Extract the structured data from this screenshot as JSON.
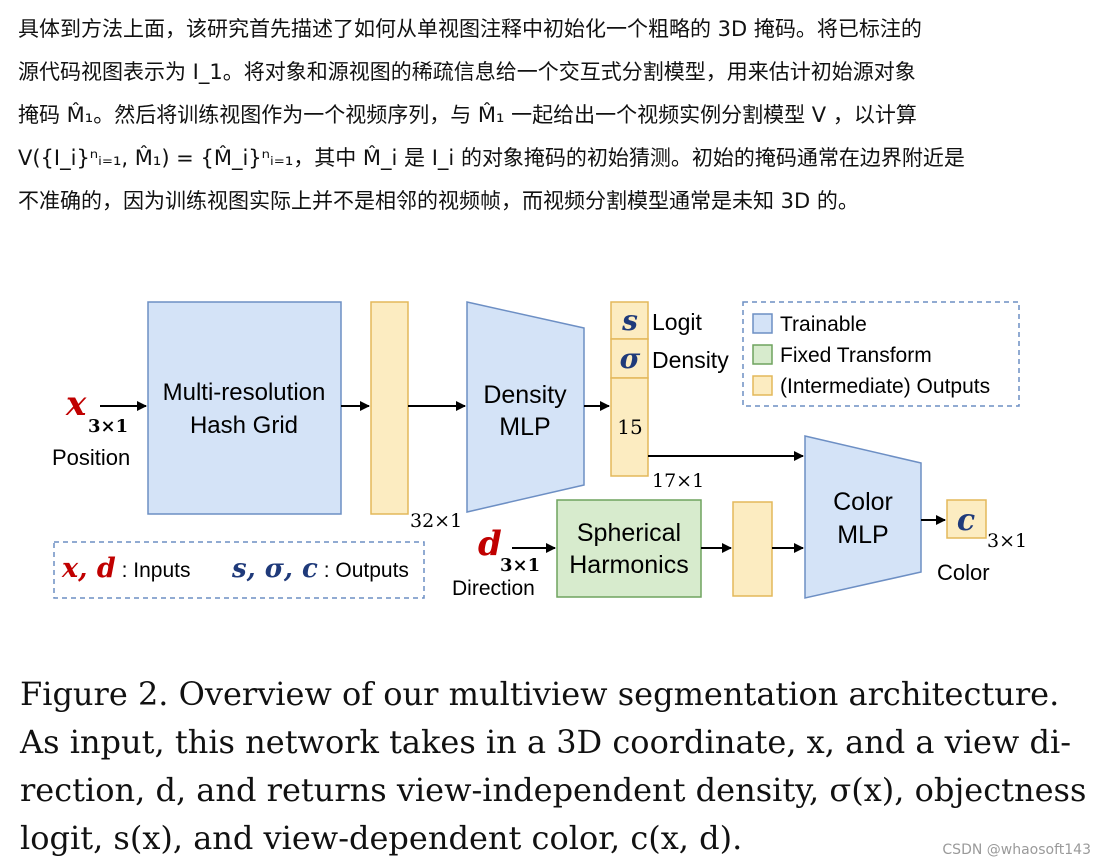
{
  "intro": {
    "lines": [
      "具体到方法上面，该研究首先描述了如何从单视图注释中初始化一个粗略的 3D 掩码。将已标注的",
      "源代码视图表示为 I_1。将对象和源视图的稀疏信息给一个交互式分割模型，用来估计初始源对象",
      "掩码 M̂₁。然后将训练视图作为一个视频序列，与 M̂₁ 一起给出一个视频实例分割模型 V ，以计算",
      "V({I_i}ⁿᵢ₌₁, M̂₁) = {M̂_i}ⁿᵢ₌₁，其中 M̂_i 是 I_i 的对象掩码的初始猜测。初始的掩码通常在边界附近是",
      "不准确的，因为训练视图实际上并不是相邻的视频帧，而视频分割模型通常是未知 3D 的。"
    ]
  },
  "diagram": {
    "colors": {
      "trainable": "#d4e3f7",
      "trainable_border": "#6d8fc4",
      "fixed": "#d7ebcd",
      "fixed_border": "#6fa35f",
      "output": "#fcecc1",
      "output_border": "#e3b85a",
      "input": "#c00000",
      "output_var": "#1f3a7a"
    },
    "input_x": {
      "symbol": "x",
      "dim": "3×1",
      "label": "Position"
    },
    "input_d": {
      "symbol": "d",
      "dim": "3×1",
      "label": "Direction"
    },
    "hash_grid": {
      "line1": "Multi-resolution",
      "line2": "Hash Grid"
    },
    "density_mlp": {
      "line1": "Density",
      "line2": "MLP"
    },
    "color_mlp": {
      "line1": "Color",
      "line2": "MLP"
    },
    "spherical_harmonics": {
      "line1": "Spherical",
      "line2": "Harmonics"
    },
    "feat_dim": "32×1",
    "concat_dim": "17×1",
    "density_outputs": [
      {
        "symbol": "s",
        "label": "Logit"
      },
      {
        "symbol": "σ",
        "label": "Density"
      },
      {
        "symbol": "15",
        "label": ""
      }
    ],
    "output_c": {
      "symbol": "c",
      "dim": "3×1",
      "label": "Color"
    },
    "legend": [
      {
        "label": "Trainable",
        "kind": "trainable"
      },
      {
        "label": "Fixed Transform",
        "kind": "fixed"
      },
      {
        "label": "(Intermediate) Outputs",
        "kind": "output"
      }
    ],
    "key": {
      "inputs_symbols": "x, d",
      "inputs_label": " : Inputs",
      "outputs_symbols": "s, σ, c",
      "outputs_label": " : Outputs"
    }
  },
  "caption": {
    "lines": [
      "Figure 2.  Overview of our multiview segmentation architecture.",
      "As input, this network takes in a 3D coordinate, x, and a view di-",
      "rection, d, and returns view-independent density, σ(x), objectness",
      "logit, s(x), and view-dependent color, c(x, d)."
    ]
  },
  "watermark": "CSDN @whaosoft143"
}
